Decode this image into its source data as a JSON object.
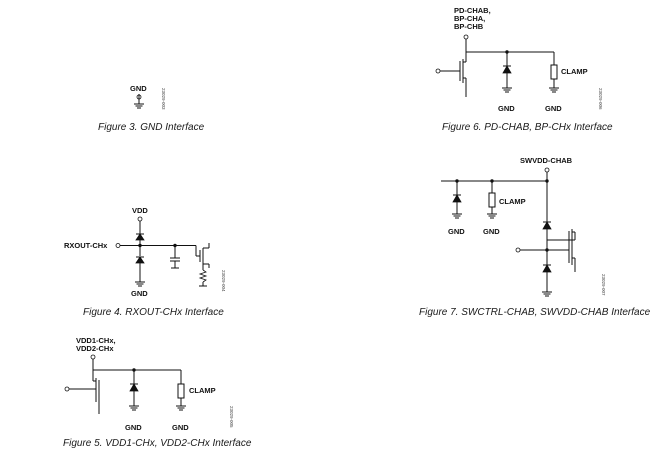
{
  "figures": {
    "fig3": {
      "caption": "Figure 3. GND Interface",
      "labels": {
        "gnd": "GND"
      },
      "code": "23029-003"
    },
    "fig4": {
      "caption": "Figure 4. RXOUT-CHx Interface",
      "labels": {
        "vdd": "VDD",
        "pin": "RXOUT-CHx",
        "gnd": "GND"
      },
      "code": "23029-004"
    },
    "fig5": {
      "caption": "Figure 5. VDD1-CHx, VDD2-CHx Interface",
      "labels": {
        "pin_line1": "VDD1-CHx,",
        "pin_line2": "VDD2-CHx",
        "clamp": "CLAMP",
        "gnd1": "GND",
        "gnd2": "GND"
      },
      "code": "23029-005"
    },
    "fig6": {
      "caption": "Figure 6. PD-CHAB, BP-CHx Interface",
      "labels": {
        "pin_line1": "PD-CHAB,",
        "pin_line2": "BP-CHA,",
        "pin_line3": "BP-CHB",
        "clamp": "CLAMP",
        "gnd1": "GND",
        "gnd2": "GND"
      },
      "code": "23029-006"
    },
    "fig7": {
      "caption": "Figure 7. SWCTRL-CHAB, SWVDD-CHAB Interface",
      "labels": {
        "pin": "SWVDD-CHAB",
        "clamp": "CLAMP",
        "gnd1": "GND",
        "gnd2": "GND"
      },
      "code": "23029-007"
    }
  }
}
